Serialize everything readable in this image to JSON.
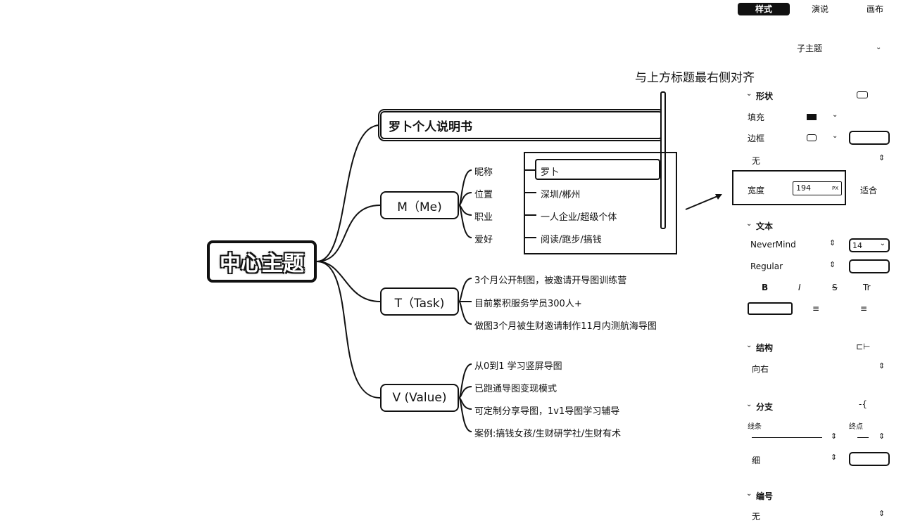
{
  "mindmap": {
    "central": "中心主题",
    "topics": [
      {
        "label": "罗卜个人说明书"
      },
      {
        "label": "M（Me)"
      },
      {
        "label": "T（Task)"
      },
      {
        "label": "V (Value)"
      }
    ],
    "me_keys": [
      "昵称",
      "位置",
      "职业",
      "爱好"
    ],
    "me_values": [
      "罗卜",
      "深圳/郴州",
      "一人企业/超级个体",
      "阅读/跑步/搞钱"
    ],
    "task_items": [
      "3个月公开制图，被邀请开导图训练营",
      "目前累积服务学员300人+",
      "做图3个月被生财邀请制作11月内测航海导图"
    ],
    "value_items": [
      "从0到1 学习竖屏导图",
      "已跑通导图变现模式",
      "可定制分享导图，1v1导图学习辅导",
      "案例:搞钱女孩/生财研学社/生财有术"
    ],
    "annotation": "与上方标题最右侧对齐"
  },
  "panel": {
    "tabs": [
      "样式",
      "演说",
      "画布"
    ],
    "active_tab": "样式",
    "topic_type": "子主题",
    "shape": {
      "title": "形状",
      "fill_label": "填充",
      "border_label": "边框",
      "border_style": "无",
      "width_label": "宽度",
      "width_value": "194",
      "width_unit": "PX",
      "fit_label": "适合"
    },
    "text": {
      "title": "文本",
      "font": "NeverMind",
      "size": "14",
      "weight": "Regular",
      "bold": "B",
      "italic": "I",
      "strike": "S",
      "case": "Tr"
    },
    "structure": {
      "title": "结构",
      "value": "向右"
    },
    "branch": {
      "title": "分支",
      "line_label": "线条",
      "end_label": "终点",
      "thickness": "细"
    },
    "numbering": {
      "title": "编号",
      "value": "无"
    }
  },
  "colors": {
    "ink": "#111111",
    "background": "#ffffff"
  }
}
